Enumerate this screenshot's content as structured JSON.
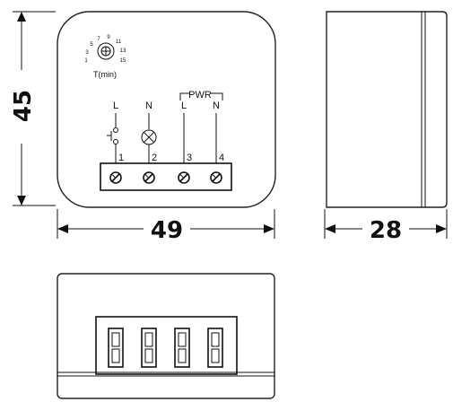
{
  "dimensions": {
    "height": "45",
    "width": "49",
    "depth": "28"
  },
  "timer_dial": {
    "scale_labels": [
      "1",
      "3",
      "5",
      "7",
      "9",
      "11",
      "13",
      "15"
    ],
    "caption": "T(min)"
  },
  "wiring": {
    "line_label": "L",
    "neutral_label": "N",
    "power_group_label": "PWR",
    "power_line_label": "L",
    "power_neutral_label": "N"
  },
  "terminals": [
    "1",
    "2",
    "3",
    "4"
  ]
}
